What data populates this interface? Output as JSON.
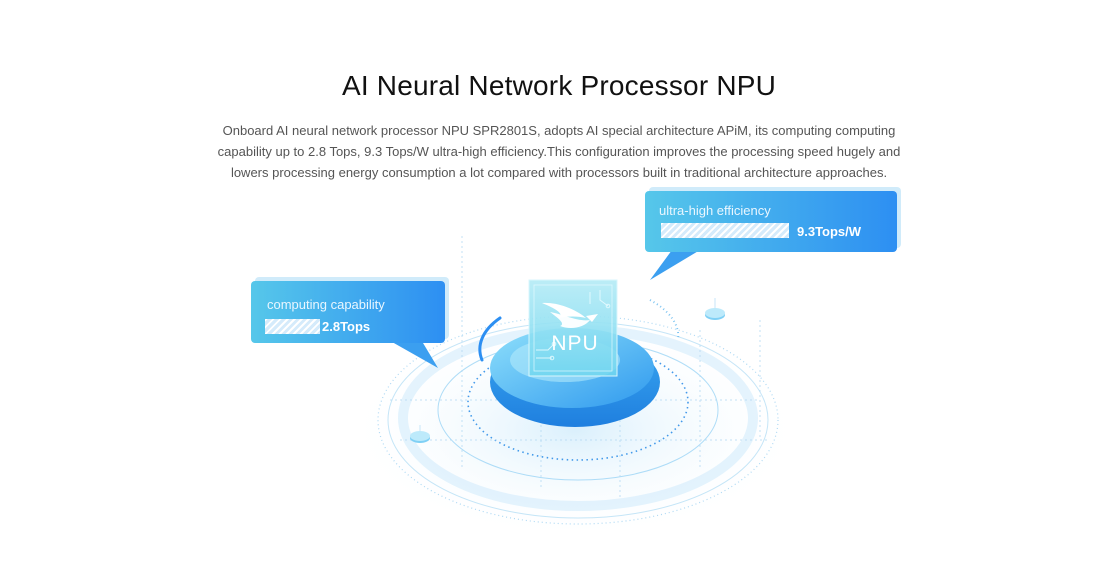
{
  "heading": {
    "title": "AI Neural Network Processor NPU",
    "description": "Onboard AI neural network processor NPU SPR2801S, adopts AI special architecture APiM, its computing computing capability up to 2.8 Tops, 9.3 Tops/W ultra-high efficiency.This configuration improves the processing speed hugely and lowers processing energy consumption a lot compared with processors built in traditional architecture approaches."
  },
  "chip": {
    "label": "NPU",
    "icon": "bird-logo-icon"
  },
  "callouts": {
    "computing": {
      "label": "computing capability",
      "value": "2.8Tops"
    },
    "efficiency": {
      "label": "ultra-high efficiency",
      "value": "9.3Tops/W"
    }
  },
  "colors": {
    "accent": "#2d8ff2",
    "accent_light": "#56c7ea",
    "title": "#111111",
    "text": "#555555"
  }
}
